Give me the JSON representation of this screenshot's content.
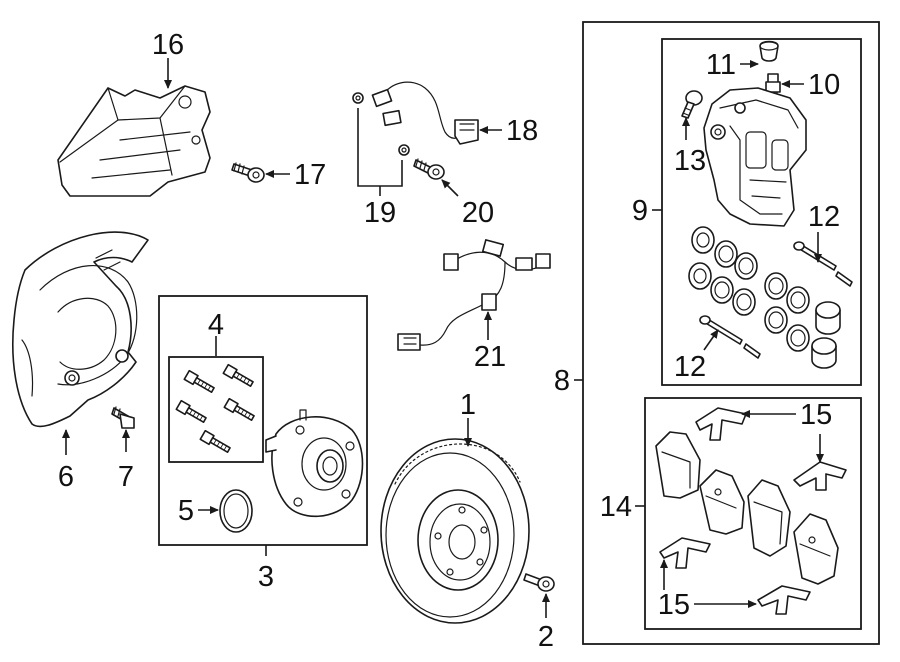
{
  "colors": {
    "line": "#1a1a1a",
    "text": "#111111",
    "background": "#ffffff"
  },
  "callouts": {
    "c1": "1",
    "c2": "2",
    "c3": "3",
    "c4": "4",
    "c5": "5",
    "c6": "6",
    "c7": "7",
    "c8": "8",
    "c9": "9",
    "c10": "10",
    "c11": "11",
    "c12a": "12",
    "c12b": "12",
    "c13": "13",
    "c14": "14",
    "c15a": "15",
    "c15b": "15",
    "c16": "16",
    "c17": "17",
    "c18": "18",
    "c19": "19",
    "c20": "20",
    "c21": "21"
  }
}
